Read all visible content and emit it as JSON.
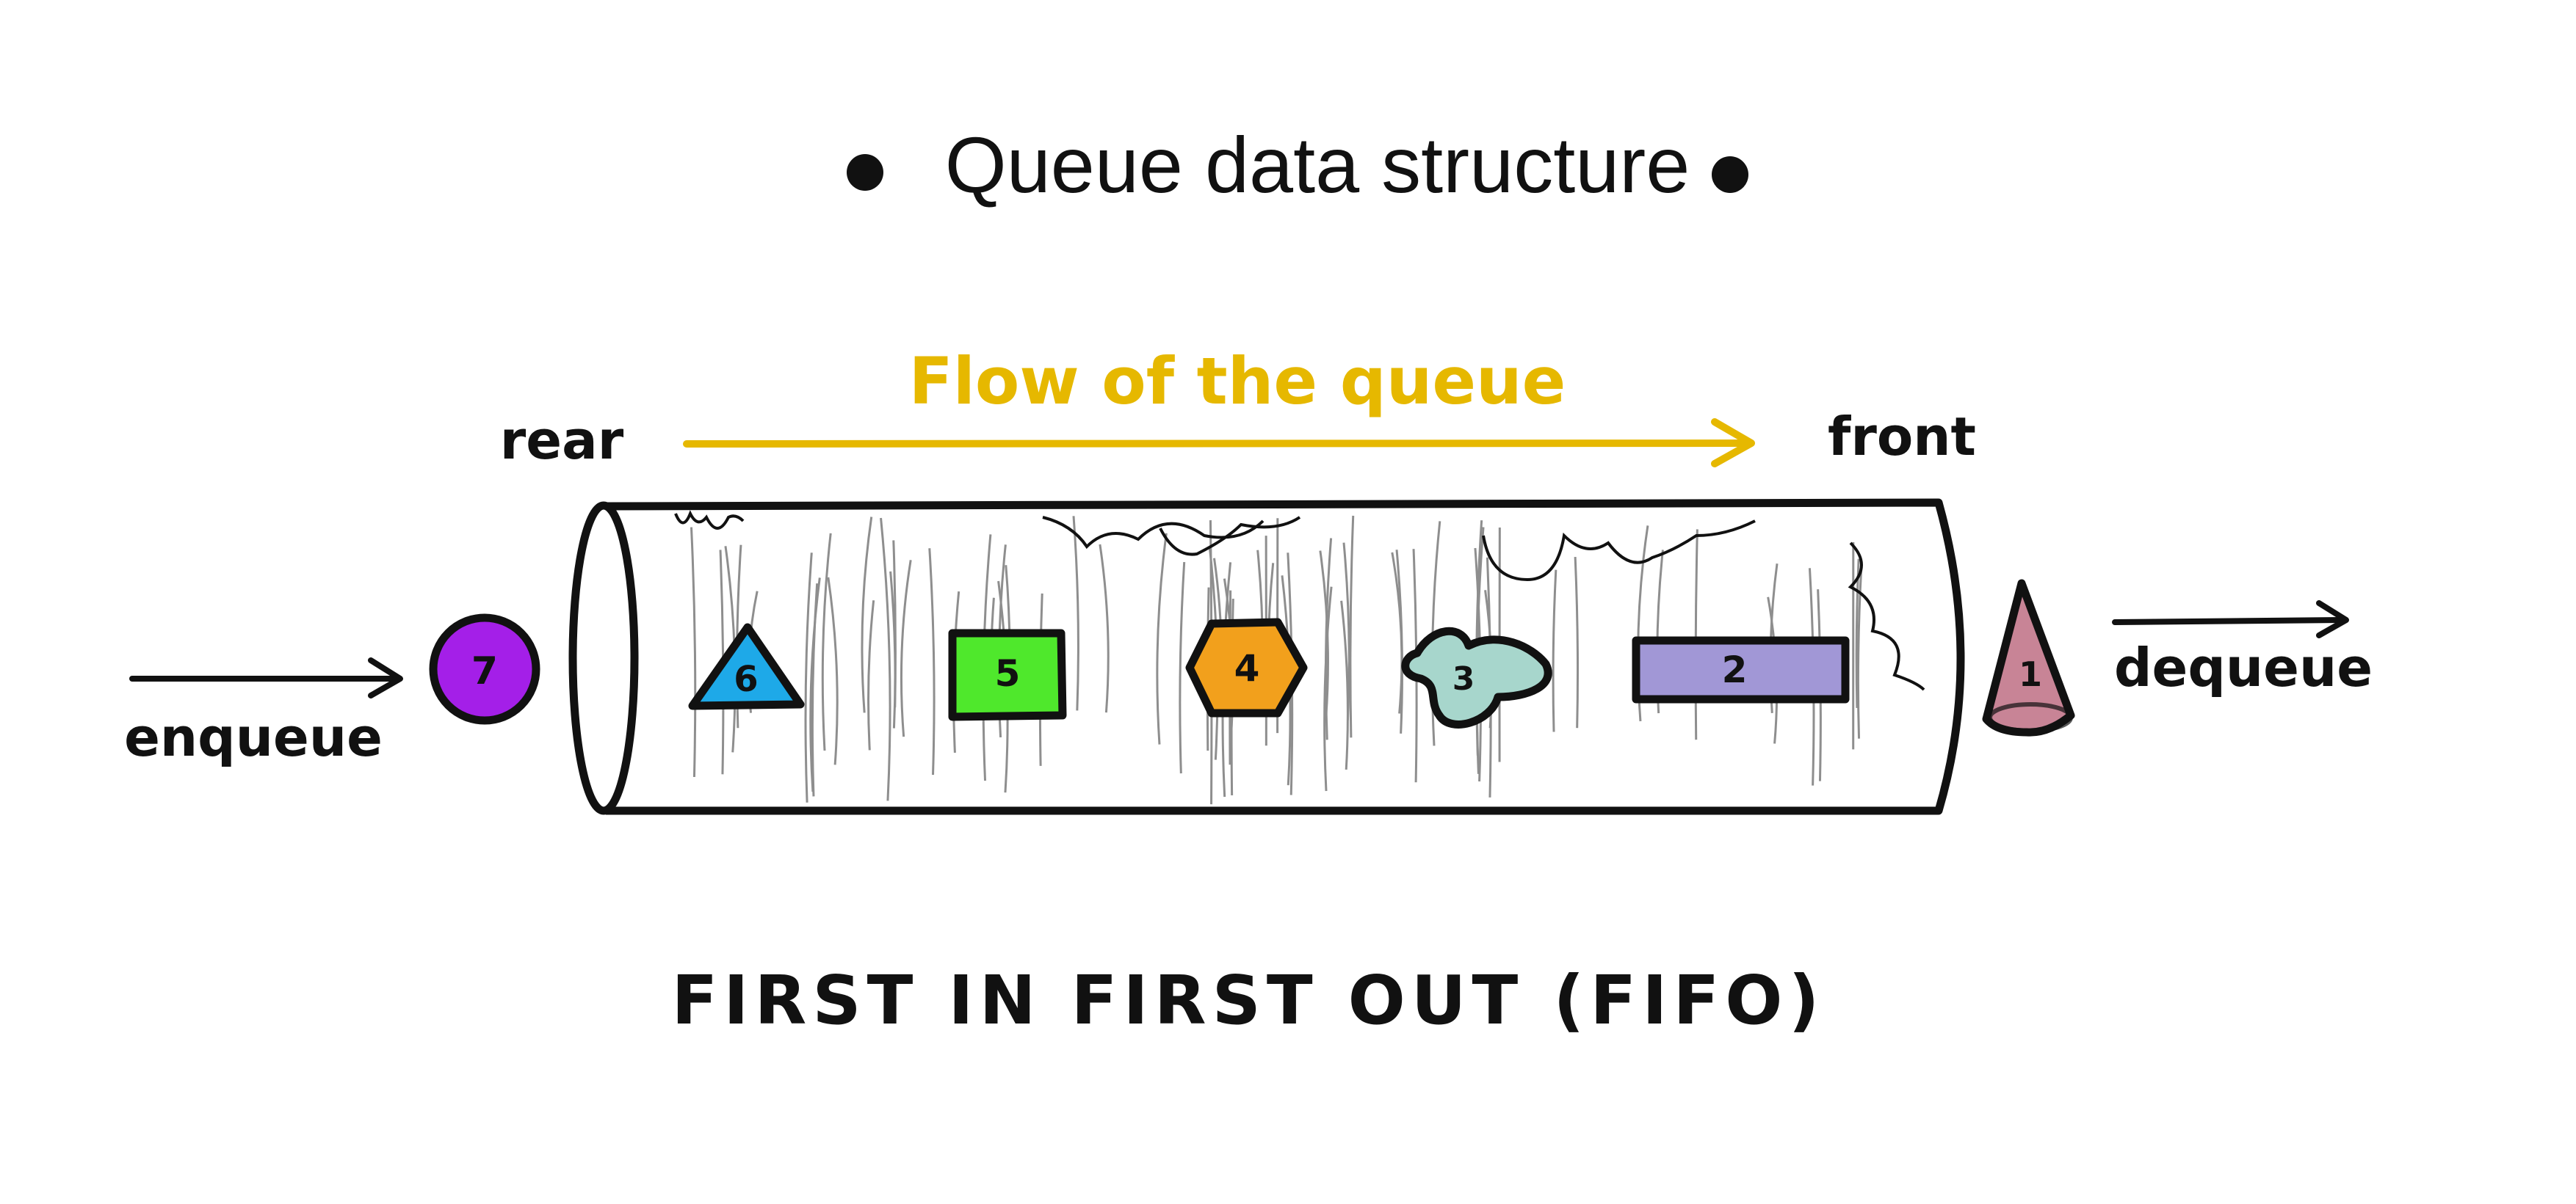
{
  "title": "Queue data structure",
  "flow_label": "Flow of the queue",
  "rear_label": "rear",
  "front_label": "front",
  "enqueue_label": "enqueue",
  "dequeue_label": "dequeue",
  "caption": "FIRST IN FIRST OUT (FIFO)",
  "colors": {
    "ink": "#111111",
    "flow_accent": "#e6b800",
    "item_7_circle": "#a41fe8",
    "item_6_triangle": "#1ea9e8",
    "item_5_square": "#4fe82c",
    "item_4_hexagon": "#f2a01c",
    "item_3_blob": "#a7d6cc",
    "item_2_bar": "#a197d6",
    "item_1_cone": "#c88496"
  },
  "items": [
    {
      "id": "7",
      "shape": "circle"
    },
    {
      "id": "6",
      "shape": "triangle"
    },
    {
      "id": "5",
      "shape": "square"
    },
    {
      "id": "4",
      "shape": "hexagon"
    },
    {
      "id": "3",
      "shape": "blob"
    },
    {
      "id": "2",
      "shape": "bar"
    },
    {
      "id": "1",
      "shape": "cone"
    }
  ]
}
